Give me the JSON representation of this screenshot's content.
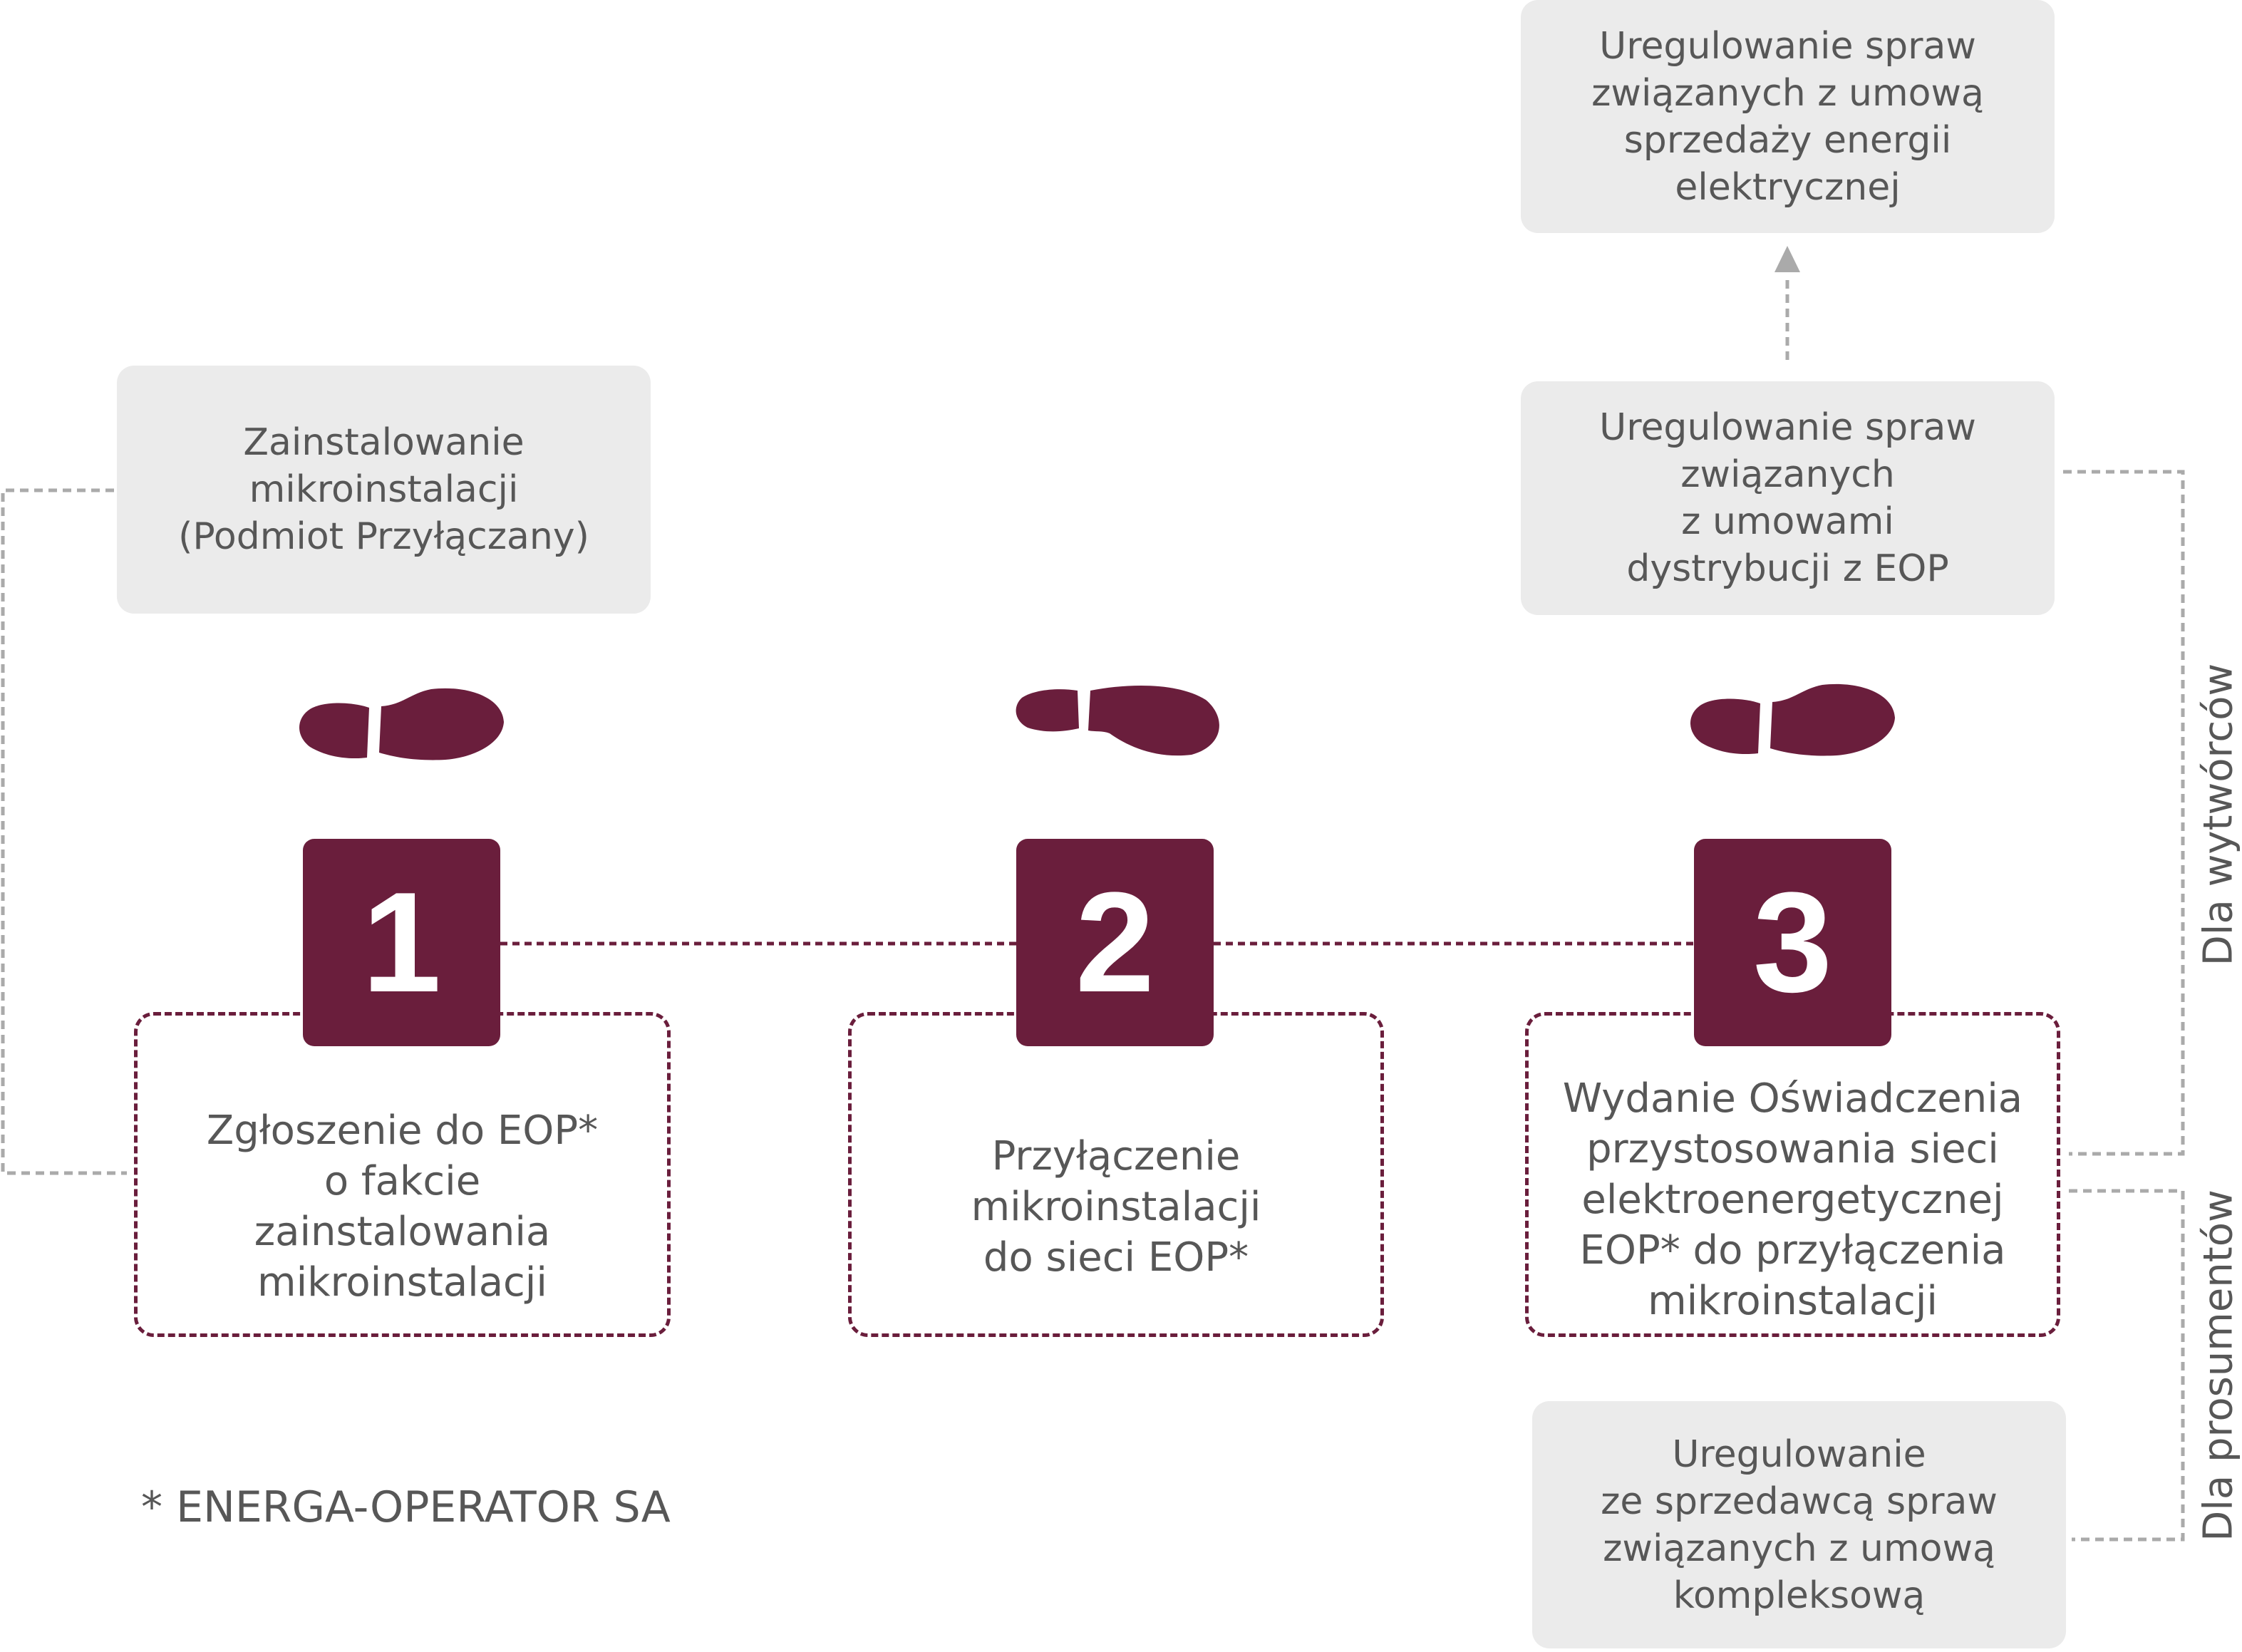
{
  "colors": {
    "accent": "#6a1e3c",
    "box": "#ebebeb",
    "text": "#575757",
    "connector": "#aaaaaa"
  },
  "boxes": {
    "sales_contract": "Uregulowanie spraw\nzwiązanych z umową\nsprzedaży energii\nelektrycznej",
    "installation": "Zainstalowanie\nmikroinstalacji\n(Podmiot Przyłączany)",
    "distribution": "Uregulowanie spraw\nzwiązanych\nz umowami\ndystrybucji z EOP",
    "complex": "Uregulowanie\nze sprzedawcą spraw\nzwiązanych z umową\nkompleksową"
  },
  "steps": [
    {
      "number": "1",
      "text": "Zgłoszenie do EOP*\no fakcie\nzainstalowania\nmikroinstalacji"
    },
    {
      "number": "2",
      "text": "Przyłączenie\nmikroinstalacji\ndo sieci EOP*"
    },
    {
      "number": "3",
      "text": "Wydanie Oświadczenia\nprzystosowania sieci\nelektroenergetycznej\nEOP* do przyłączenia\nmikroinstalacji"
    }
  ],
  "side_labels": {
    "producers": "Dla wytwórców",
    "prosumers": "Dla prosumentów"
  },
  "footnote": "* ENERGA-OPERATOR SA",
  "icons": [
    "footprint-icon",
    "arrow-up-icon"
  ]
}
